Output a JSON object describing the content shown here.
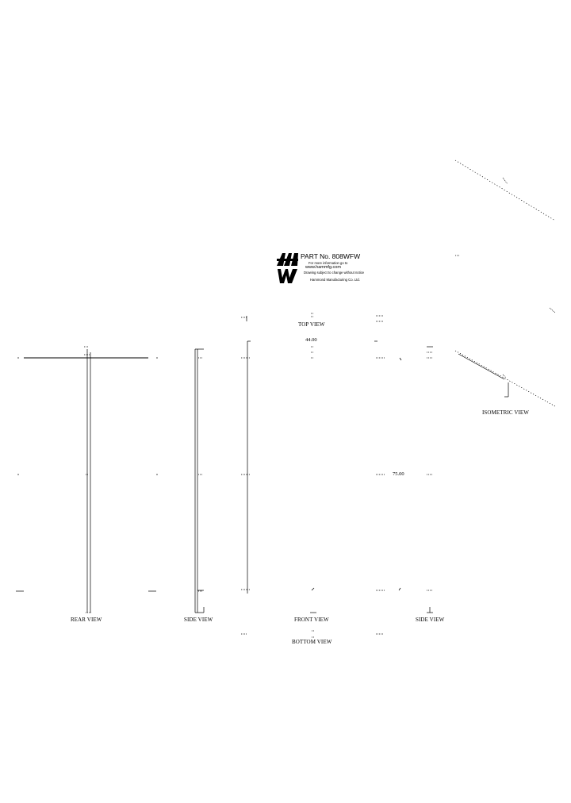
{
  "title_block": {
    "part_no": "PART No. 808WFW",
    "lines": [
      "For more information go to",
      "www.hammfg.com",
      "Drawing subject to change without notice",
      "Hammond Manufacturing Co. Ltd."
    ]
  },
  "views": {
    "top": "TOP VIEW",
    "rear": "REAR VIEW",
    "side_left": "SIDE VIEW",
    "front": "FRONT VIEW",
    "side_right": "SIDE VIEW",
    "bottom": "BOTTOM VIEW",
    "isometric": "ISOMETRIC VIEW"
  },
  "dimensions": {
    "width": "44.00",
    "height": "75.00"
  },
  "colors": {
    "line": "#000000",
    "background": "#ffffff"
  },
  "icons": {
    "logo": "hammond-logo-icon"
  }
}
